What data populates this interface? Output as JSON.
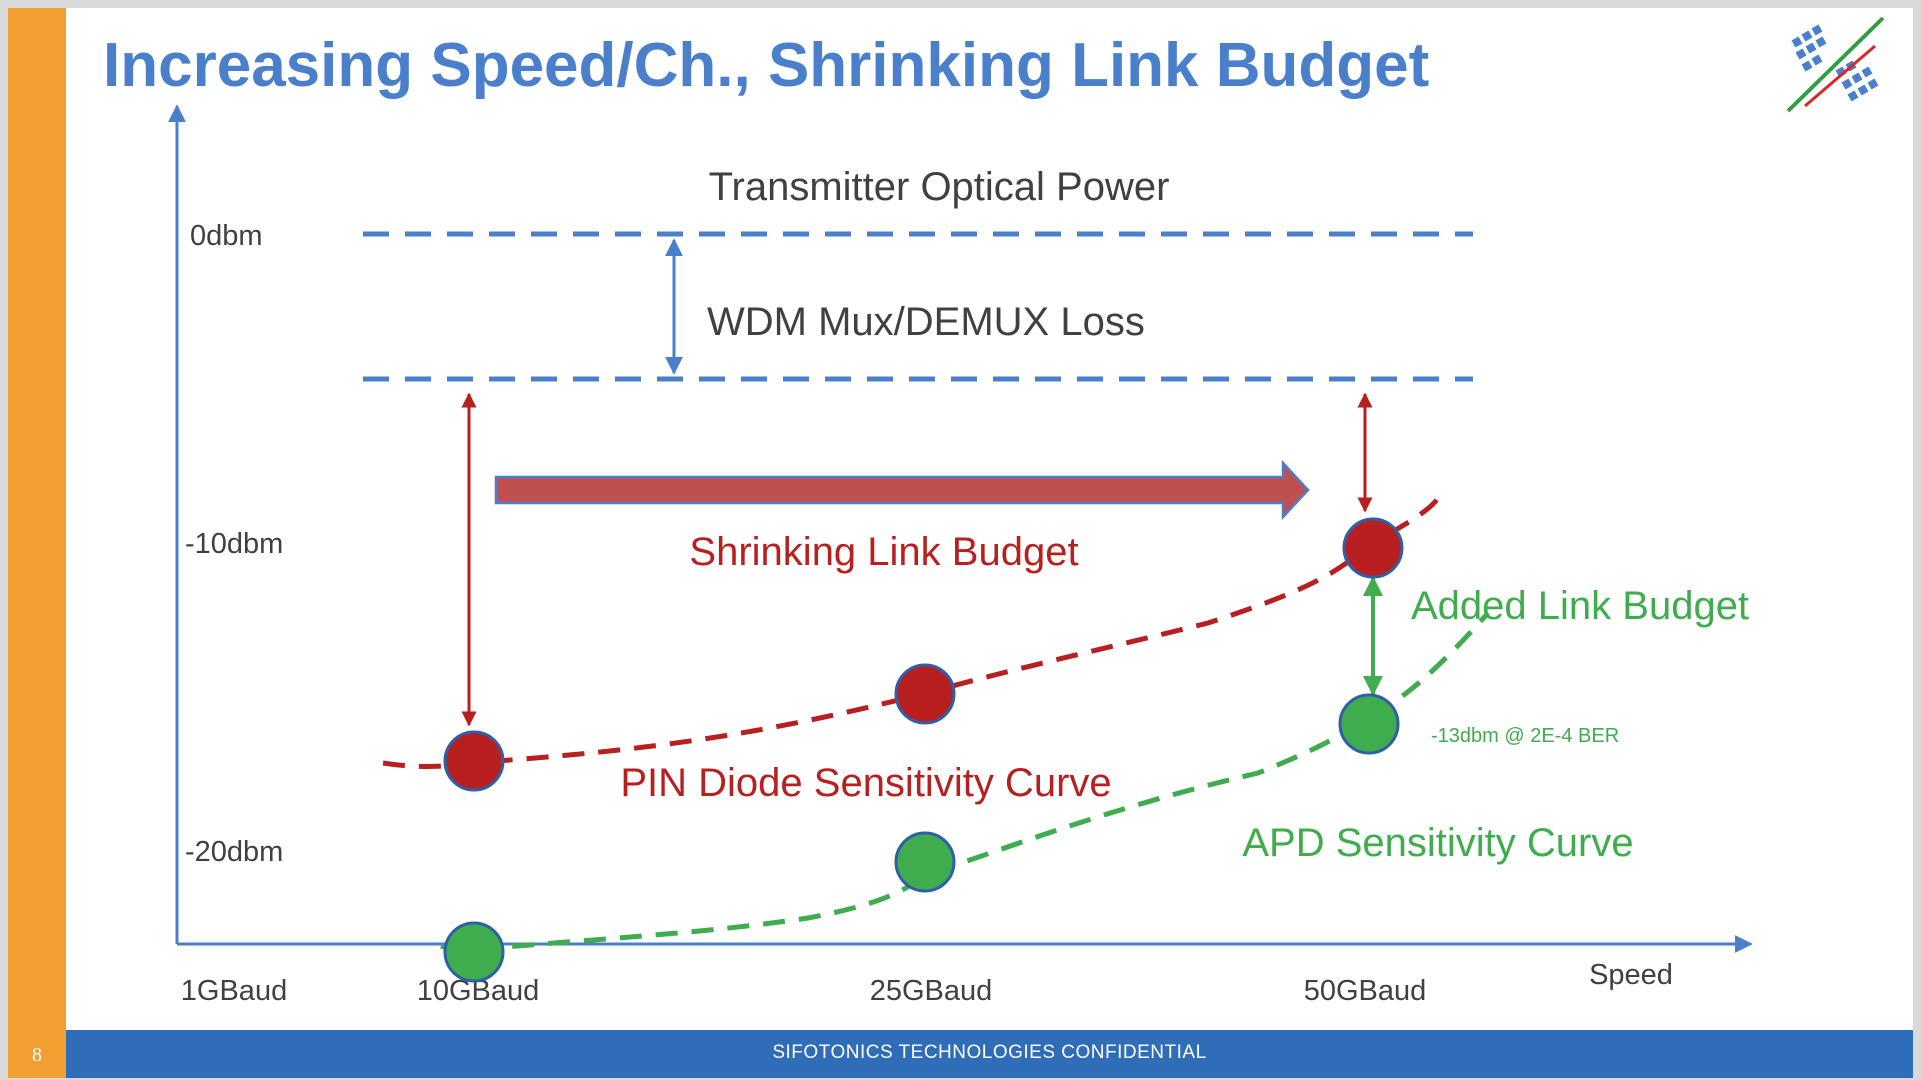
{
  "title": "Increasing Speed/Ch., Shrinking Link Budget",
  "page_number": "8",
  "footer": "SIFOTONICS TECHNOLOGIES  CONFIDENTIAL",
  "logo": {
    "icon": "sifotonics-logo-icon",
    "colors": [
      "#4a7fcc",
      "#2ea043",
      "#d62828"
    ]
  },
  "colors": {
    "accent_orange": "#f0a030",
    "footer_blue": "#2f6db8",
    "title_blue": "#4a7fcc",
    "axis_blue": "#4a7fcc",
    "pin_red": "#b81f1f",
    "apd_green": "#3fac4d",
    "text_gray": "#404040"
  },
  "diagram": {
    "y_axis_ticks": [
      "0dbm",
      "-10dbm",
      "-20dbm"
    ],
    "x_axis_ticks": [
      "1GBaud",
      "10GBaud",
      "25GBaud",
      "50GBaud"
    ],
    "x_axis_label": "Speed",
    "labels": {
      "transmitter_power": "Transmitter Optical Power",
      "wdm_loss": "WDM Mux/DEMUX Loss",
      "shrinking_budget": "Shrinking Link Budget",
      "added_budget": "Added Link Budget",
      "pin_curve": "PIN Diode Sensitivity Curve",
      "apd_curve": "APD Sensitivity Curve",
      "apd_note": "-13dbm @ 2E-4 BER"
    },
    "pin_points": [
      {
        "speed": "10GBaud"
      },
      {
        "speed": "25GBaud"
      },
      {
        "speed": "50GBaud"
      }
    ],
    "apd_points": [
      {
        "speed": "10GBaud"
      },
      {
        "speed": "25GBaud"
      },
      {
        "speed": "50GBaud"
      }
    ]
  }
}
